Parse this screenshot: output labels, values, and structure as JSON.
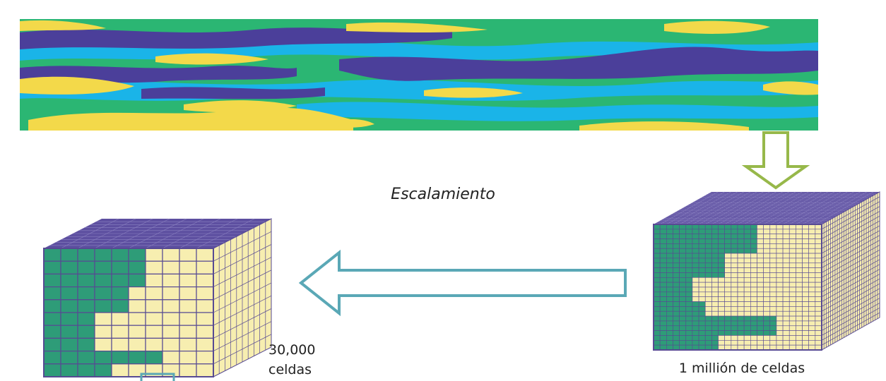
{
  "diagram": {
    "title": "Escalamiento",
    "small_grid_label_line1": "30,000",
    "small_grid_label_line2": "celdas",
    "large_grid_label": "1 millión de celdas"
  },
  "colors": {
    "green": "#2bb673",
    "blue": "#1ab4e8",
    "purple": "#4b3f9a",
    "yellow": "#f3d94a",
    "cell_green": "#2e9c78",
    "cell_yellow": "#f7eeb0",
    "grid_line": "#574a93",
    "top_face": "#5d4fa0",
    "down_arrow": "#97b84a",
    "left_arrow": "#5aa8b6"
  }
}
